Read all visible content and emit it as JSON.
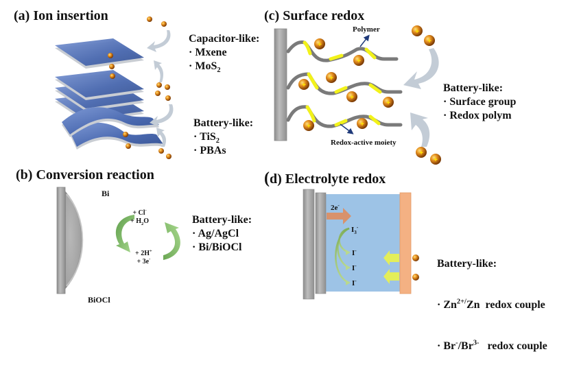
{
  "panels": {
    "a": {
      "title": "(a) Ion insertion",
      "groups": [
        {
          "heading": "Capacitor-like:",
          "items": [
            {
              "bullet": "·",
              "text": "Mxene",
              "sub": ""
            },
            {
              "bullet": "·",
              "text": "MoS",
              "sub": "2"
            }
          ]
        },
        {
          "heading": "Battery-like:",
          "items": [
            {
              "bullet": "·",
              "text": "TiS",
              "sub": "2"
            },
            {
              "bullet": "·",
              "text": "PBAs",
              "sub": ""
            }
          ]
        }
      ]
    },
    "b": {
      "title": "(b) Conversion reaction",
      "particle_top_label": "Bi",
      "particle_bottom_label": "BiOCl",
      "reaction_top": {
        "line1": "+ Cl",
        "line1_sup": "-",
        "line2_pre": "+ H",
        "line2_sub": "2",
        "line2_post": "O"
      },
      "reaction_bottom": {
        "line1": "+ 2H",
        "line1_sup": "+",
        "line2": "+ 3e",
        "line2_sup": "-"
      },
      "heading": "Battery-like:",
      "items": [
        {
          "bullet": "·",
          "text": "Ag/AgCl"
        },
        {
          "bullet": "·",
          "text": "Bi/BiOCl"
        }
      ]
    },
    "c": {
      "title": "(c) Surface redox",
      "polymer_label": "Polymer",
      "moiety_label": "Redox-active moiety",
      "heading": "Battery-like:",
      "items": [
        {
          "bullet": "·",
          "text": "Surface group"
        },
        {
          "bullet": "·",
          "text": "Redox polym"
        }
      ]
    },
    "d": {
      "title_paren": "(",
      "title_rest": "d) Electrolyte redox",
      "electron_label": "2e",
      "electron_sup": "-",
      "triiodide": {
        "text": "I",
        "sub": "3",
        "sup": "-"
      },
      "iodide_labels": [
        {
          "text": "I",
          "sup": "-"
        },
        {
          "text": "I",
          "sup": "-"
        },
        {
          "text": "I",
          "sup": "-"
        }
      ],
      "heading": "Battery-like:",
      "items": [
        {
          "bullet": "·",
          "pre": "Zn",
          "sup1": "2+/",
          "mid": "Zn",
          "post": "  redox couple"
        },
        {
          "bullet": "·",
          "pre": "Br",
          "sup1": "-",
          "mid": "/Br",
          "sup2": "3-",
          "post": "   redox couple"
        }
      ]
    }
  },
  "colors": {
    "ion_orange": "#d9821a",
    "sheet_blue": "#4f6fb5",
    "arrow_gray": "#c3ccd6",
    "electrode_gray": "#a8a8a8",
    "polymer_gray": "#7a7a7a",
    "moiety_yellow": "#f2f21a",
    "electrolyte_blue": "#9dc3e6",
    "counter_electrode": "#f4b183",
    "green_arrow": "#8fc47a",
    "yellow_arrow": "#e3ee5a",
    "electron_arrow": "#d8926c",
    "pointer_navy": "#1f3a7a"
  }
}
